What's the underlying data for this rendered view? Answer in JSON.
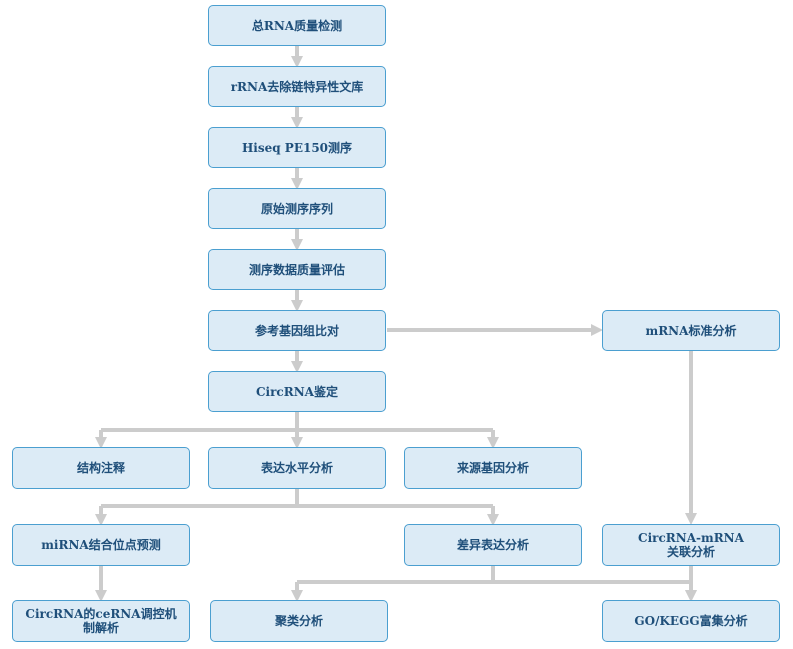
{
  "nodes": {
    "total_rna_qc": "总RNA质量检测",
    "rrna_removal": "rRNA去除链特异性文库",
    "hiseq": "Hiseq PE150测序",
    "raw_reads": "原始测序序列",
    "seq_qc": "测序数据质量评估",
    "ref_align": "参考基因组比对",
    "mrna_std": "mRNA标准分析",
    "circrna_id": "CircRNA鉴定",
    "structure": "结构注释",
    "expression": "表达水平分析",
    "origin": "来源基因分析",
    "mirna_pred": "miRNA结合位点预测",
    "diff_expr": "差异表达分析",
    "circ_mrna_1": "CircRNA-mRNA",
    "circ_mrna_2": "关联分析",
    "cerna_1": "CircRNA的ceRNA调控机",
    "cerna_2": "制解析",
    "cluster": "聚类分析",
    "go_kegg": "GO/KEGG富集分析"
  },
  "colors": {
    "box_fill": "#dcebf6",
    "box_border": "#4b9fd0",
    "text": "#1f4f7a",
    "arrow": "#cccccc"
  }
}
